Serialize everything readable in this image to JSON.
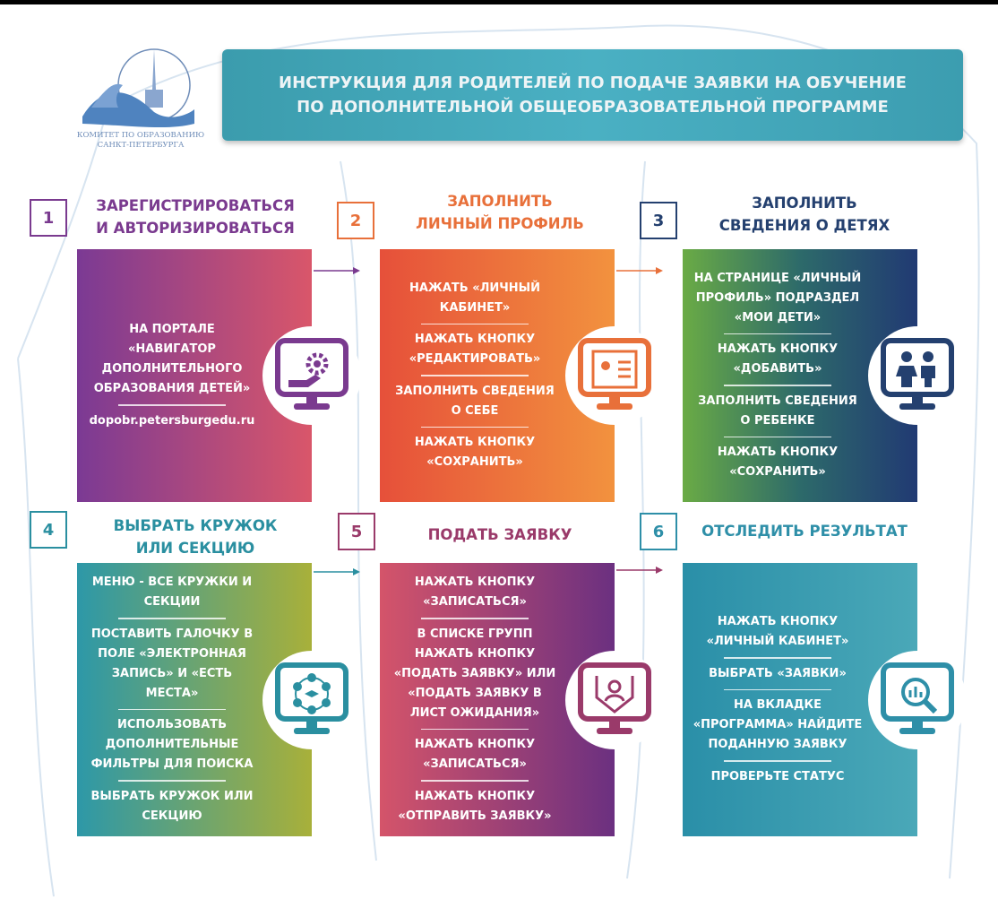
{
  "logo": {
    "line1": "КОМИТЕТ ПО ОБРАЗОВАНИЮ",
    "line2": "САНКТ-ПЕТЕРБУРГА"
  },
  "header": {
    "line1": "ИНСТРУКЦИЯ ДЛЯ РОДИТЕЛЕЙ ПО ПОДАЧЕ ЗАЯВКИ НА ОБУЧЕНИЕ",
    "line2": "ПО ДОПОЛНИТЕЛЬНОЙ ОБЩЕОБРАЗОВАТЕЛЬНОЙ ПРОГРАММЕ"
  },
  "steps": [
    {
      "number": "1",
      "title": [
        "ЗАРЕГИСТРИРОВАТЬСЯ",
        "И АВТОРИЗИРОВАТЬСЯ"
      ],
      "icon": "hand-gear-icon",
      "color": "#7a3a8f",
      "items": [
        "НА ПОРТАЛЕ «НАВИГАТОР ДОПОЛНИТЕЛЬНОГО ОБРАЗОВАНИЯ ДЕТЕЙ»",
        "dopobr.petersburgedu.ru"
      ]
    },
    {
      "number": "2",
      "title": [
        "ЗАПОЛНИТЬ",
        "ЛИЧНЫЙ ПРОФИЛЬ"
      ],
      "icon": "profile-form-icon",
      "color": "#e8703a",
      "items": [
        "НАЖАТЬ «ЛИЧНЫЙ КАБИНЕТ»",
        "НАЖАТЬ КНОПКУ «РЕДАКТИРОВАТЬ»",
        "ЗАПОЛНИТЬ СВЕДЕНИЯ О СЕБЕ",
        "НАЖАТЬ КНОПКУ «СОХРАНИТЬ»"
      ]
    },
    {
      "number": "3",
      "title": [
        "ЗАПОЛНИТЬ",
        "СВЕДЕНИЯ О ДЕТЯХ"
      ],
      "icon": "children-icon",
      "color": "#24406f",
      "items": [
        "НА СТРАНИЦЕ «ЛИЧНЫЙ ПРОФИЛЬ» ПОДРАЗДЕЛ «МОИ ДЕТИ»",
        "НАЖАТЬ КНОПКУ «ДОБАВИТЬ»",
        "ЗАПОЛНИТЬ СВЕДЕНИЯ О РЕБЕНКЕ",
        "НАЖАТЬ КНОПКУ «СОХРАНИТЬ»"
      ]
    },
    {
      "number": "4",
      "title": [
        "ВЫБРАТЬ КРУЖОК",
        "ИЛИ СЕКЦИЮ"
      ],
      "icon": "education-network-icon",
      "color": "#2a8fa0",
      "items": [
        "МЕНЮ - ВСЕ КРУЖКИ И СЕКЦИИ",
        "ПОСТАВИТЬ ГАЛОЧКУ В ПОЛЕ «ЭЛЕКТРОННАЯ ЗАПИСЬ» И «ЕСТЬ МЕСТА»",
        "ИСПОЛЬЗОВАТЬ ДОПОЛНИТЕЛЬНЫЕ ФИЛЬТРЫ ДЛЯ ПОИСКА",
        "ВЫБРАТЬ КРУЖОК ИЛИ СЕКЦИЮ"
      ]
    },
    {
      "number": "5",
      "title": [
        "ПОДАТЬ ЗАЯВКУ"
      ],
      "icon": "submit-application-icon",
      "color": "#9a3a6a",
      "items": [
        "НАЖАТЬ КНОПКУ «ЗАПИСАТЬСЯ»",
        "В СПИСКЕ ГРУПП НАЖАТЬ КНОПКУ «ПОДАТЬ ЗАЯВКУ» ИЛИ «ПОДАТЬ ЗАЯВКУ В ЛИСТ ОЖИДАНИЯ»",
        "НАЖАТЬ КНОПКУ «ЗАПИСАТЬСЯ»",
        "НАЖАТЬ КНОПКУ «ОТПРАВИТЬ ЗАЯВКУ»"
      ]
    },
    {
      "number": "6",
      "title": [
        "ОТСЛЕДИТЬ РЕЗУЛЬТАТ"
      ],
      "icon": "search-chart-icon",
      "color": "#2e8fa8",
      "items": [
        "НАЖАТЬ КНОПКУ «ЛИЧНЫЙ КАБИНЕТ»",
        "ВЫБРАТЬ «ЗАЯВКИ»",
        "НА ВКЛАДКЕ «ПРОГРАММА» НАЙДИТЕ ПОДАННУЮ ЗАЯВКУ",
        "ПРОВЕРЬТЕ СТАТУС"
      ]
    }
  ]
}
